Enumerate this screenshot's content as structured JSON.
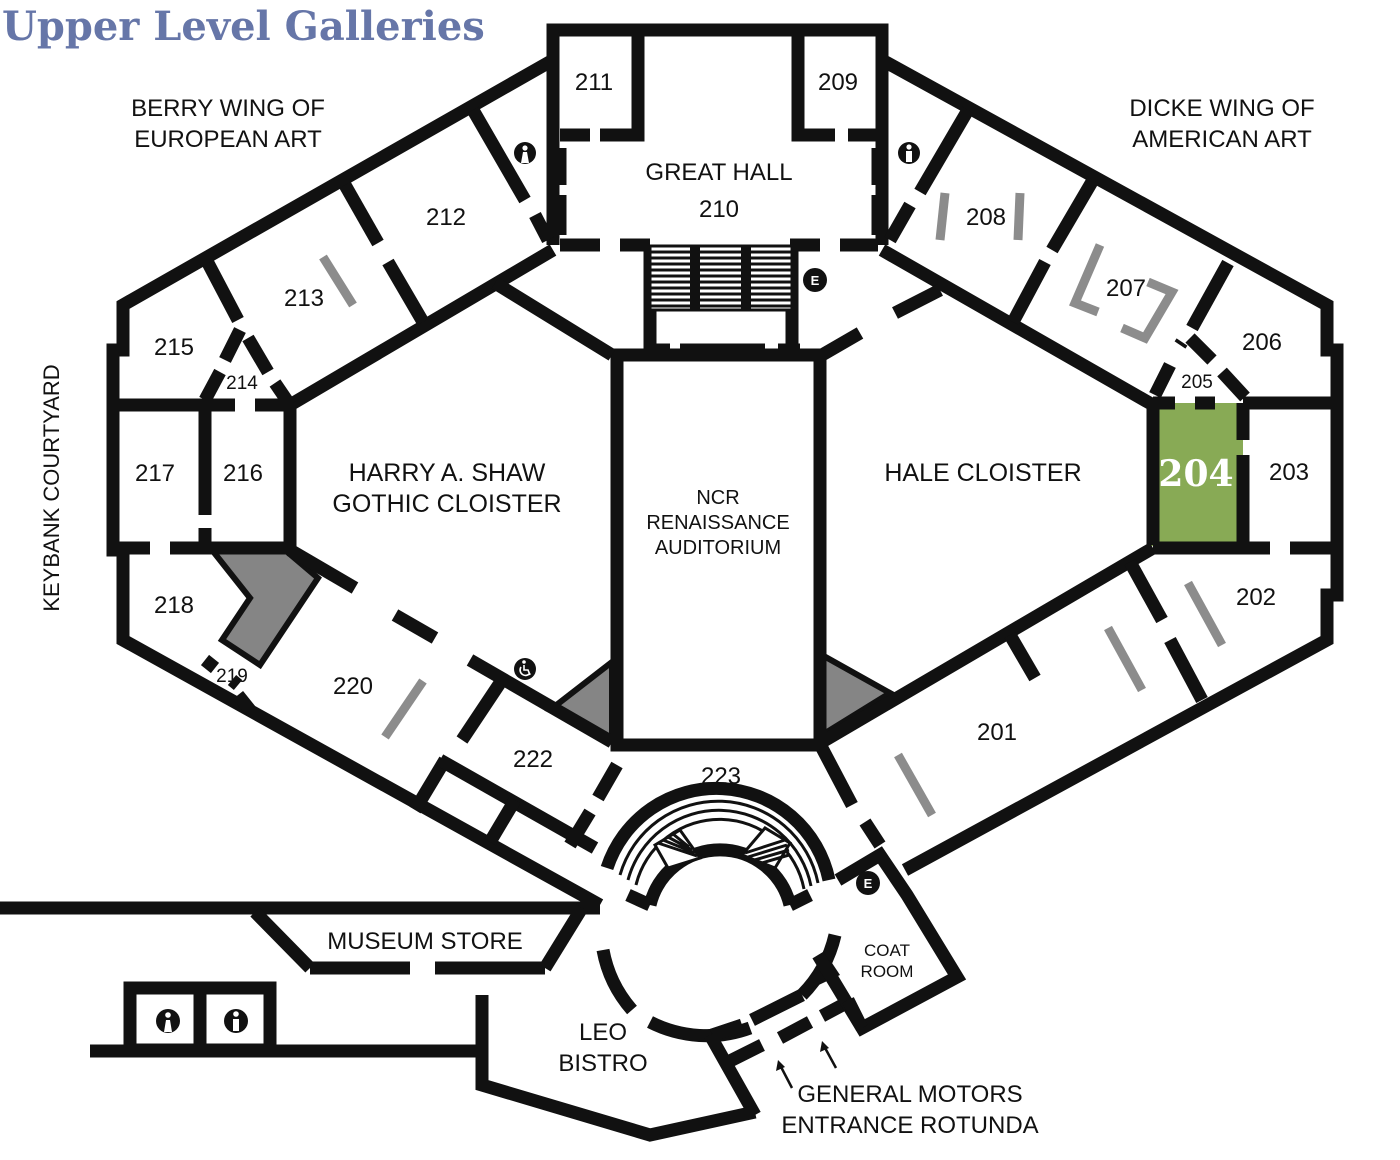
{
  "title": "Upper Level Galleries",
  "colors": {
    "title": "#6676a8",
    "highlight": "#88aa55",
    "walls": "#111111",
    "display_cases": "#8c8c8c"
  },
  "wings": {
    "berry": [
      "BERRY WING OF",
      "EUROPEAN ART"
    ],
    "dicke": [
      "DICKE WING OF",
      "AMERICAN ART"
    ]
  },
  "courtyard": "KEYBANK COURTYARD",
  "great_hall": {
    "name": "GREAT HALL",
    "number": "210"
  },
  "cloisters": {
    "shaw": [
      "HARRY A. SHAW",
      "GOTHIC CLOISTER"
    ],
    "hale": "HALE CLOISTER"
  },
  "auditorium": [
    "NCR",
    "RENAISSANCE",
    "AUDITORIUM"
  ],
  "galleries": {
    "g201": "201",
    "g202": "202",
    "g203": "203",
    "g204": "204",
    "g205": "205",
    "g206": "206",
    "g207": "207",
    "g208": "208",
    "g209": "209",
    "g211": "211",
    "g212": "212",
    "g213": "213",
    "g214": "214",
    "g215": "215",
    "g216": "216",
    "g217": "217",
    "g218": "218",
    "g219": "219",
    "g220": "220",
    "g222": "222",
    "g223": "223"
  },
  "highlighted_gallery": "204",
  "museum_store": "MUSEUM STORE",
  "bistro": [
    "LEO",
    "BISTRO"
  ],
  "coat_room": [
    "COAT",
    "ROOM"
  ],
  "entrance": [
    "GENERAL MOTORS",
    "ENTRANCE ROTUNDA"
  ],
  "elevator_label": "E",
  "icons": {
    "restroom_women": "restroom-women-icon",
    "restroom_men": "restroom-men-icon",
    "elevator": "elevator-icon",
    "accessible": "wheelchair-icon",
    "arrow": "arrow-up-icon"
  }
}
